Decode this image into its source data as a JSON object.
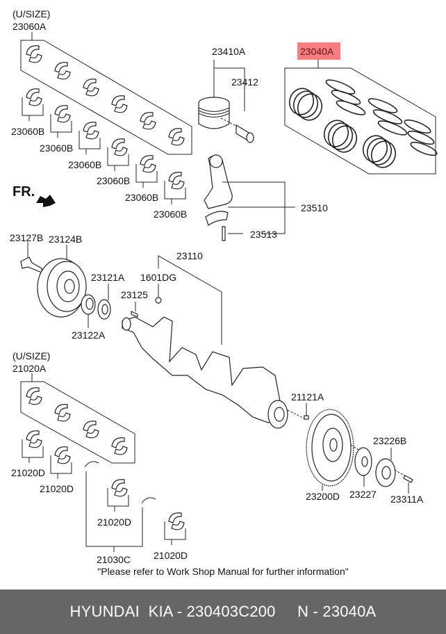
{
  "diagram": {
    "title": "Crankshaft & Piston parts diagram",
    "highlight_color": "#f77e80",
    "highlighted_part": "23040A",
    "labels": [
      {
        "id": "usize-1",
        "text": "(U/SIZE)"
      },
      {
        "id": "23060A",
        "text": "23060A"
      },
      {
        "id": "23060B-1",
        "text": "23060B"
      },
      {
        "id": "23060B-2",
        "text": "23060B"
      },
      {
        "id": "23060B-3",
        "text": "23060B"
      },
      {
        "id": "23060B-4",
        "text": "23060B"
      },
      {
        "id": "23060B-5",
        "text": "23060B"
      },
      {
        "id": "23060B-6",
        "text": "23060B"
      },
      {
        "id": "23410A",
        "text": "23410A"
      },
      {
        "id": "23412",
        "text": "23412"
      },
      {
        "id": "23040A",
        "text": "23040A"
      },
      {
        "id": "23510",
        "text": "23510"
      },
      {
        "id": "23513",
        "text": "23513"
      },
      {
        "id": "fr",
        "text": "FR."
      },
      {
        "id": "23127B",
        "text": "23127B"
      },
      {
        "id": "23124B",
        "text": "23124B"
      },
      {
        "id": "23121A",
        "text": "23121A"
      },
      {
        "id": "23122A",
        "text": "23122A"
      },
      {
        "id": "23125",
        "text": "23125"
      },
      {
        "id": "1601DG",
        "text": "1601DG"
      },
      {
        "id": "23110",
        "text": "23110"
      },
      {
        "id": "usize-2",
        "text": "(U/SIZE)"
      },
      {
        "id": "21020A",
        "text": "21020A"
      },
      {
        "id": "21020D-1",
        "text": "21020D"
      },
      {
        "id": "21020D-2",
        "text": "21020D"
      },
      {
        "id": "21020D-3",
        "text": "21020D"
      },
      {
        "id": "21020D-4",
        "text": "21020D"
      },
      {
        "id": "21030C",
        "text": "21030C"
      },
      {
        "id": "21121A",
        "text": "21121A"
      },
      {
        "id": "23200D",
        "text": "23200D"
      },
      {
        "id": "23227",
        "text": "23227"
      },
      {
        "id": "23226B",
        "text": "23226B"
      },
      {
        "id": "23311A",
        "text": "23311A"
      }
    ],
    "note": "\"Please refer to Work Shop Manual for further information\""
  },
  "footer": {
    "text": "HYUNDAI  KIA - 230403C200     N - 23040A"
  }
}
